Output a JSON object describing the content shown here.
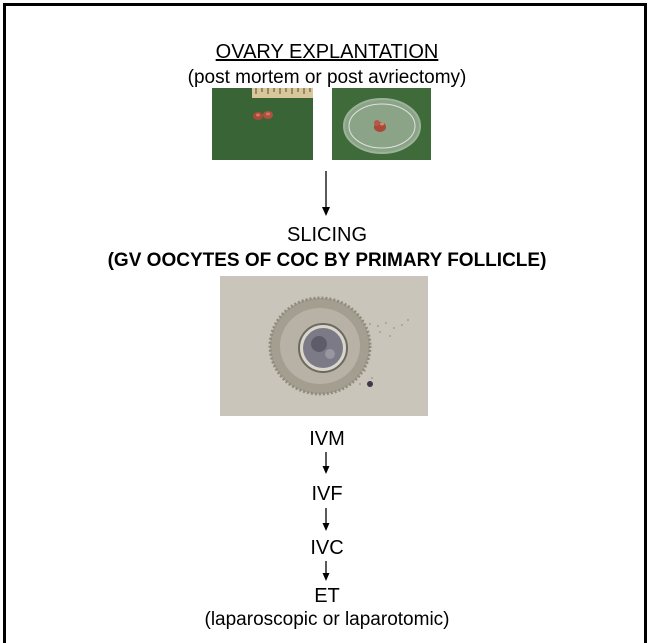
{
  "diagram": {
    "title": "OVARY EXPLANTATION",
    "title_note": "(post mortem or post avriectomy)",
    "step_slicing": "SLICING",
    "step_slicing_note": "(GV OOCYTES OF COC BY PRIMARY FOLLICLE)",
    "step_ivm": "IVM",
    "step_ivf": "IVF",
    "step_ivc": "IVC",
    "step_et": "ET",
    "step_et_note": "(laparoscopic or laparotomic)"
  },
  "colors": {
    "frame": "#000000",
    "text": "#000000",
    "arrow": "#000000",
    "green_board": "#3f6b3a",
    "ovary": "#a8493a",
    "micro_bg": "#cfcbc0"
  }
}
